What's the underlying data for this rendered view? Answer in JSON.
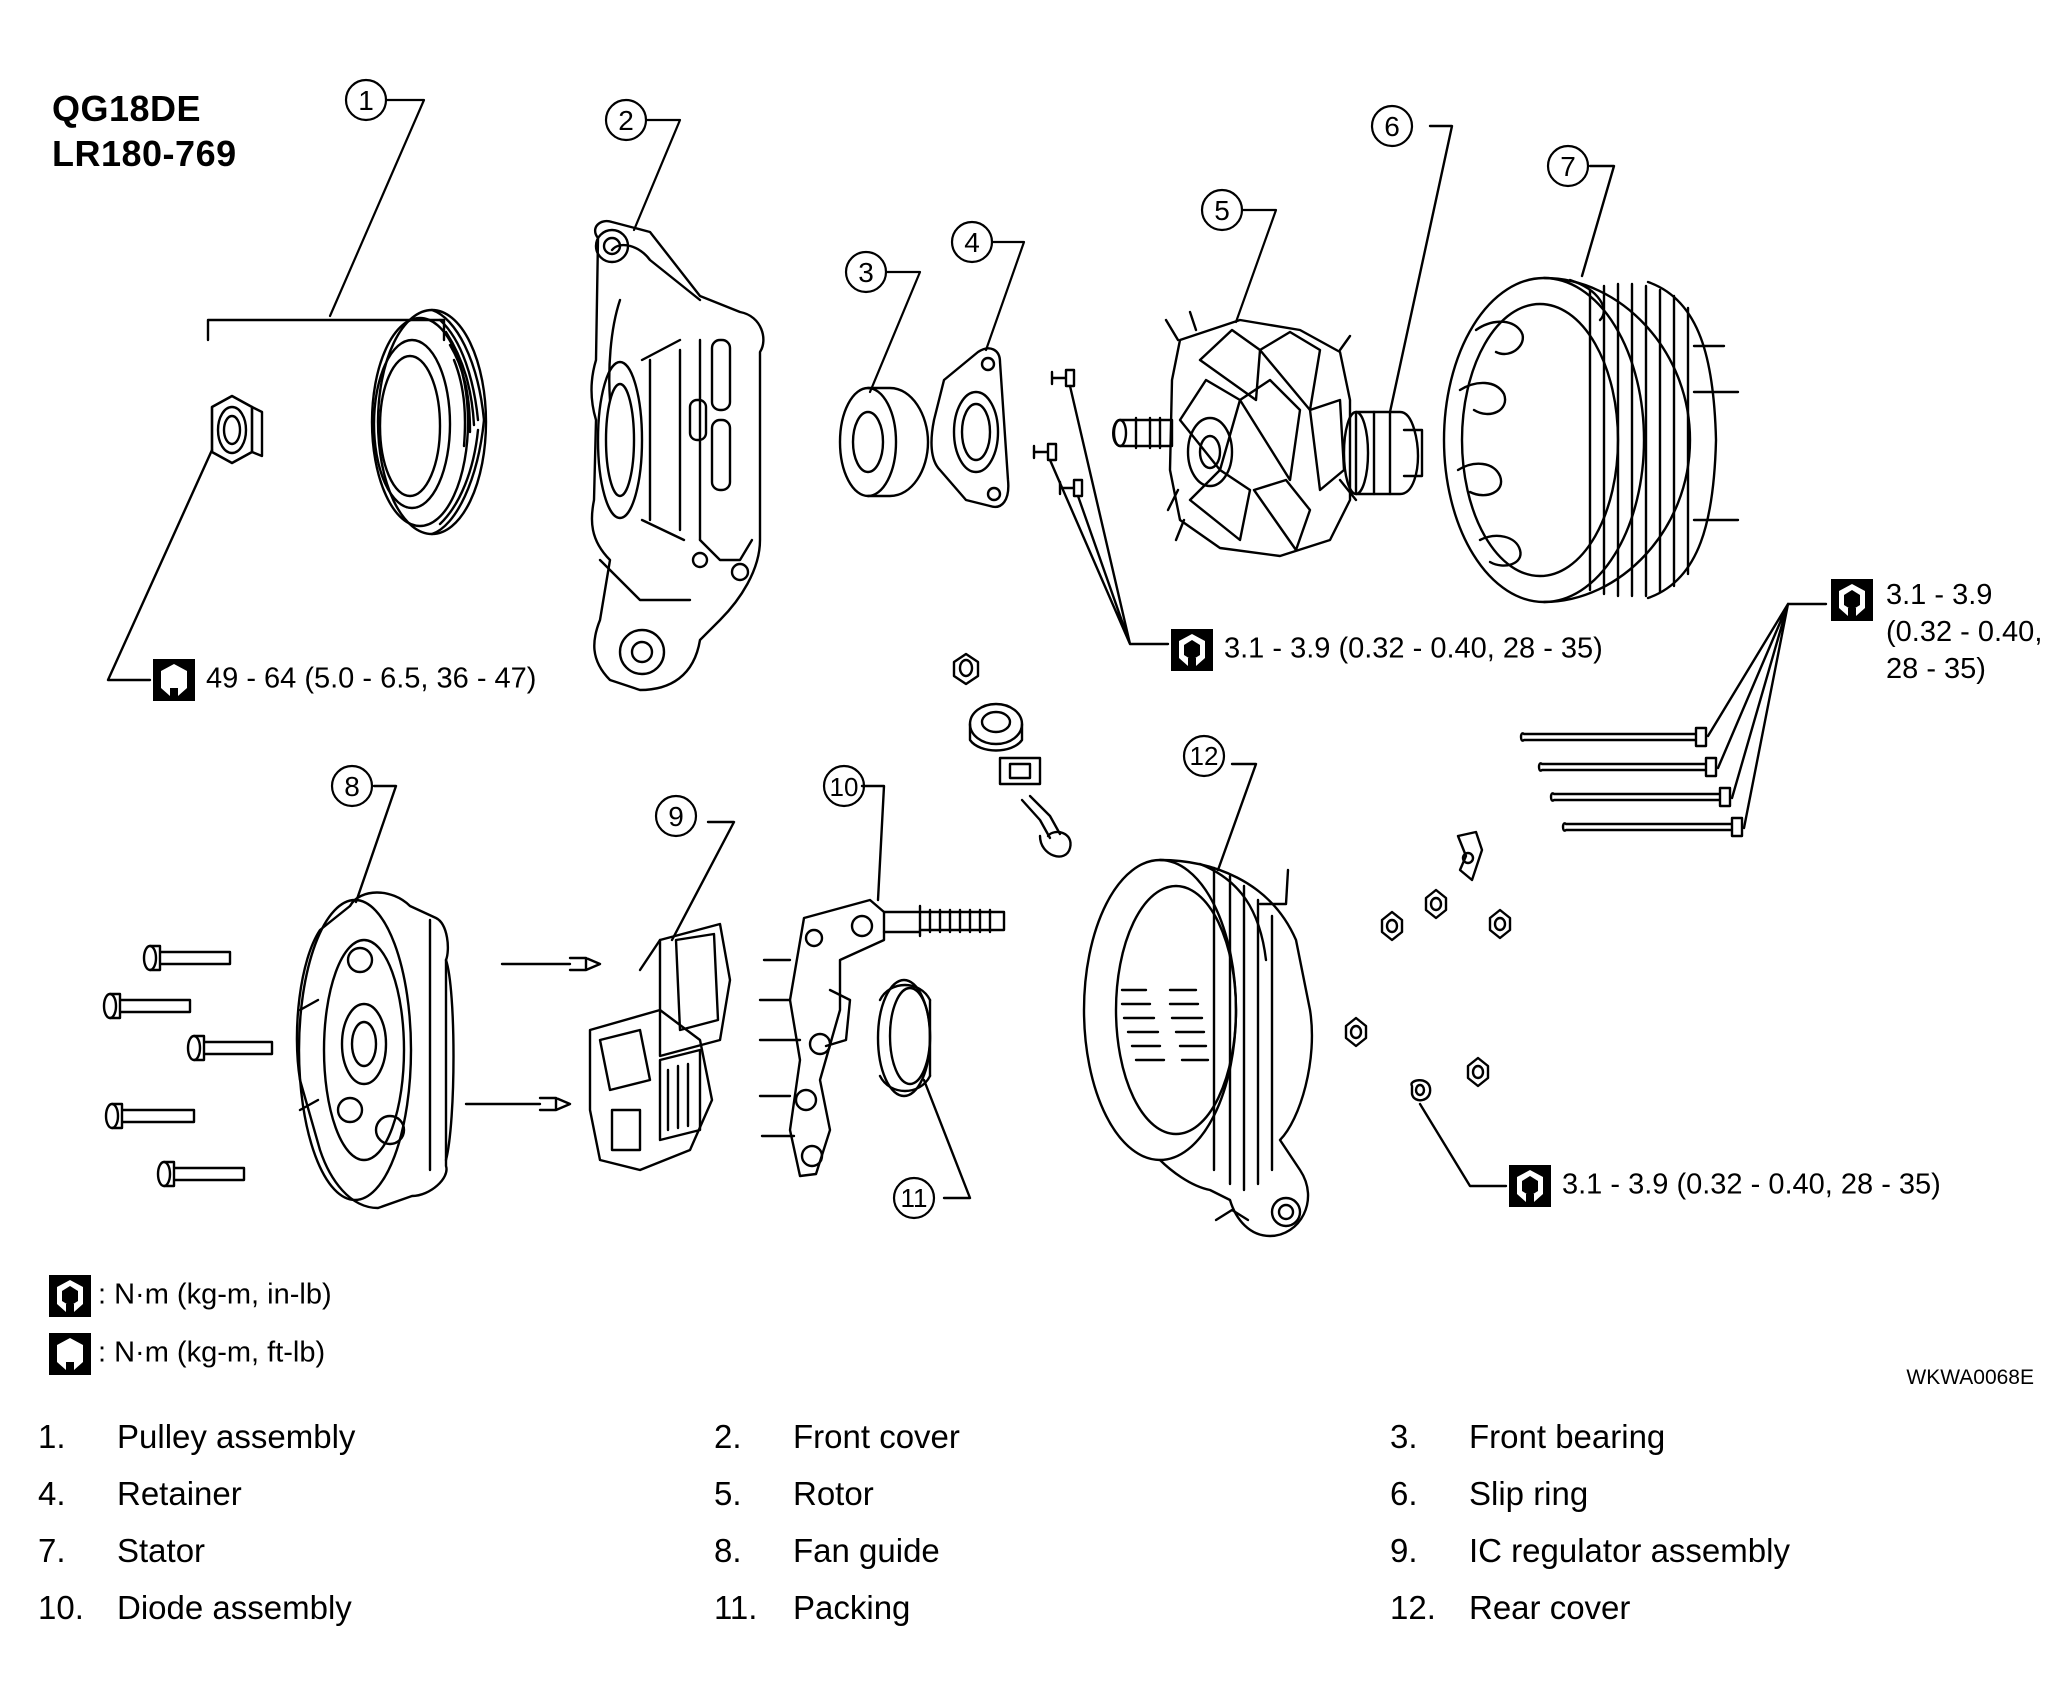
{
  "header": {
    "engine": "QG18DE",
    "model": "LR180-769"
  },
  "callouts": [
    "1",
    "2",
    "3",
    "4",
    "5",
    "6",
    "7",
    "8",
    "9",
    "10",
    "11",
    "12"
  ],
  "torque_specs": {
    "pulley_nut": "49 - 64 (5.0 - 6.5, 36 - 47)",
    "retainer_screws": "3.1 - 3.9 (0.32 - 0.40, 28 - 35)",
    "through_bolts_line1": "3.1 - 3.9",
    "through_bolts_line2": "(0.32 - 0.40,",
    "through_bolts_line3": "28 - 35)",
    "rear_cover_nuts": "3.1 - 3.9 (0.32 - 0.40, 28 - 35)"
  },
  "legend": {
    "in_lb": ": N·m (kg-m, in-lb)",
    "ft_lb": ": N·m (kg-m, ft-lb)"
  },
  "figure_code": "WKWA0068E",
  "parts": [
    {
      "num": "1.",
      "name": "Pulley assembly"
    },
    {
      "num": "2.",
      "name": "Front cover"
    },
    {
      "num": "3.",
      "name": "Front bearing"
    },
    {
      "num": "4.",
      "name": "Retainer"
    },
    {
      "num": "5.",
      "name": "Rotor"
    },
    {
      "num": "6.",
      "name": "Slip ring"
    },
    {
      "num": "7.",
      "name": "Stator"
    },
    {
      "num": "8.",
      "name": "Fan guide"
    },
    {
      "num": "9.",
      "name": "IC regulator assembly"
    },
    {
      "num": "10.",
      "name": "Diode assembly"
    },
    {
      "num": "11.",
      "name": "Packing"
    },
    {
      "num": "12.",
      "name": "Rear cover"
    }
  ],
  "icons": {
    "torque_in_lb": "torque-wrench-filled-icon",
    "torque_ft_lb": "torque-wrench-outline-icon"
  }
}
